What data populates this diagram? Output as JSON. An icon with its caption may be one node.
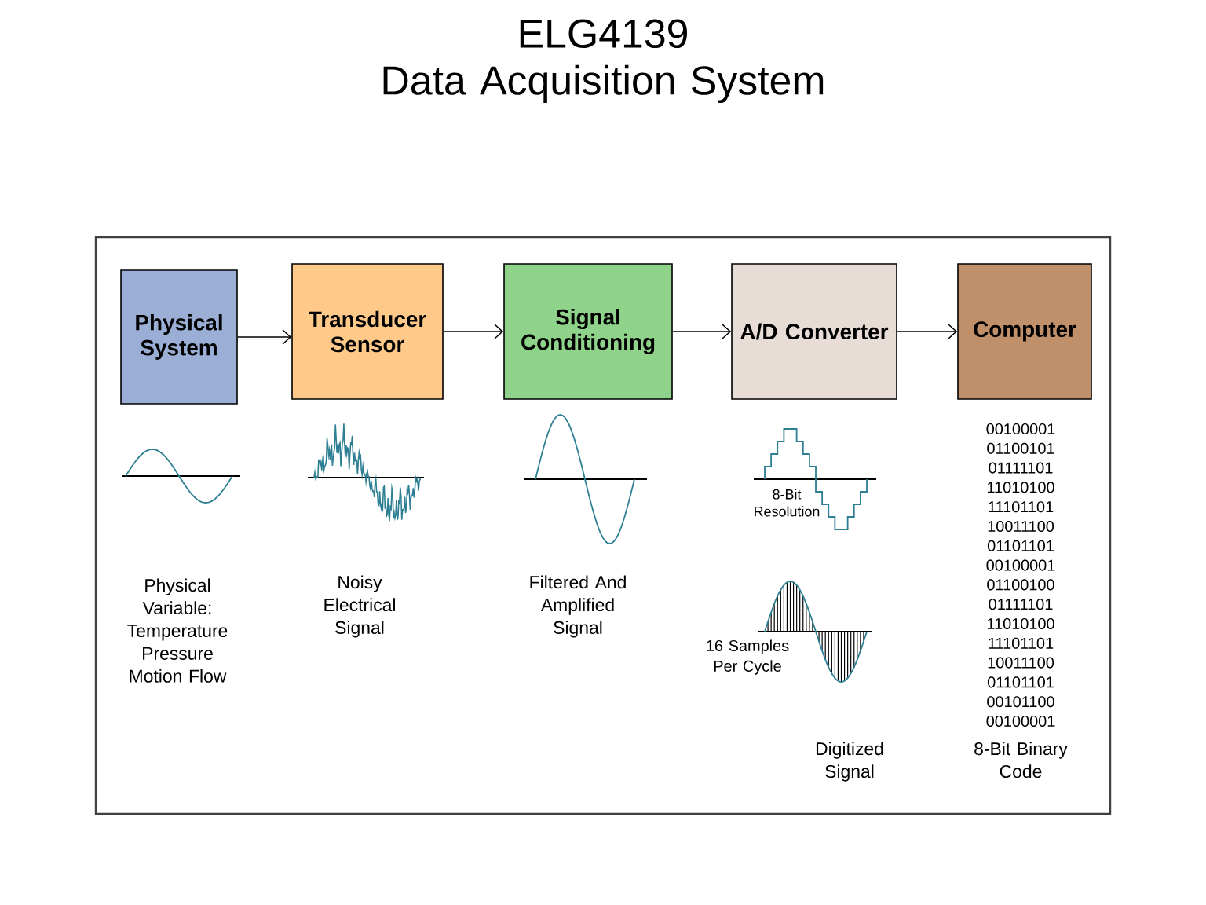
{
  "diagram": {
    "title": "ELG4139 Data Acquisition System",
    "nodes": [
      {
        "text": [
          "Physical System"
        ]
      },
      {
        "text": [
          "Transducer Sensor"
        ]
      },
      {
        "text": [
          "Signal Conditioning"
        ]
      },
      {
        "text": [
          "A/D Converter"
        ]
      },
      {
        "text": [
          "Computer"
        ]
      }
    ],
    "edges": [
      {
        "from": 0,
        "to": 1,
        "arrow": "to"
      },
      {
        "from": 1,
        "to": 2,
        "arrow": "to"
      },
      {
        "from": 2,
        "to": 3,
        "arrow": "to"
      },
      {
        "from": 3,
        "to": 4,
        "arrow": "to"
      }
    ],
    "labels": [
      "Physical Variable: Temperature Pressure Motion Flow",
      "Noisy Electrical Signal",
      "Filtered And Amplified Signal",
      "8-Bit Resolution",
      "16 Samples Per Cycle",
      "Digitized Signal",
      "00100001",
      "01100101",
      "01111101",
      "11010100",
      "11101101",
      "10011100",
      "01101101",
      "00100001",
      "01100100",
      "01111101",
      "11010100",
      "11101101",
      "10011100",
      "01101101",
      "00101100",
      "00100001",
      "8-Bit Binary Code"
    ]
  }
}
